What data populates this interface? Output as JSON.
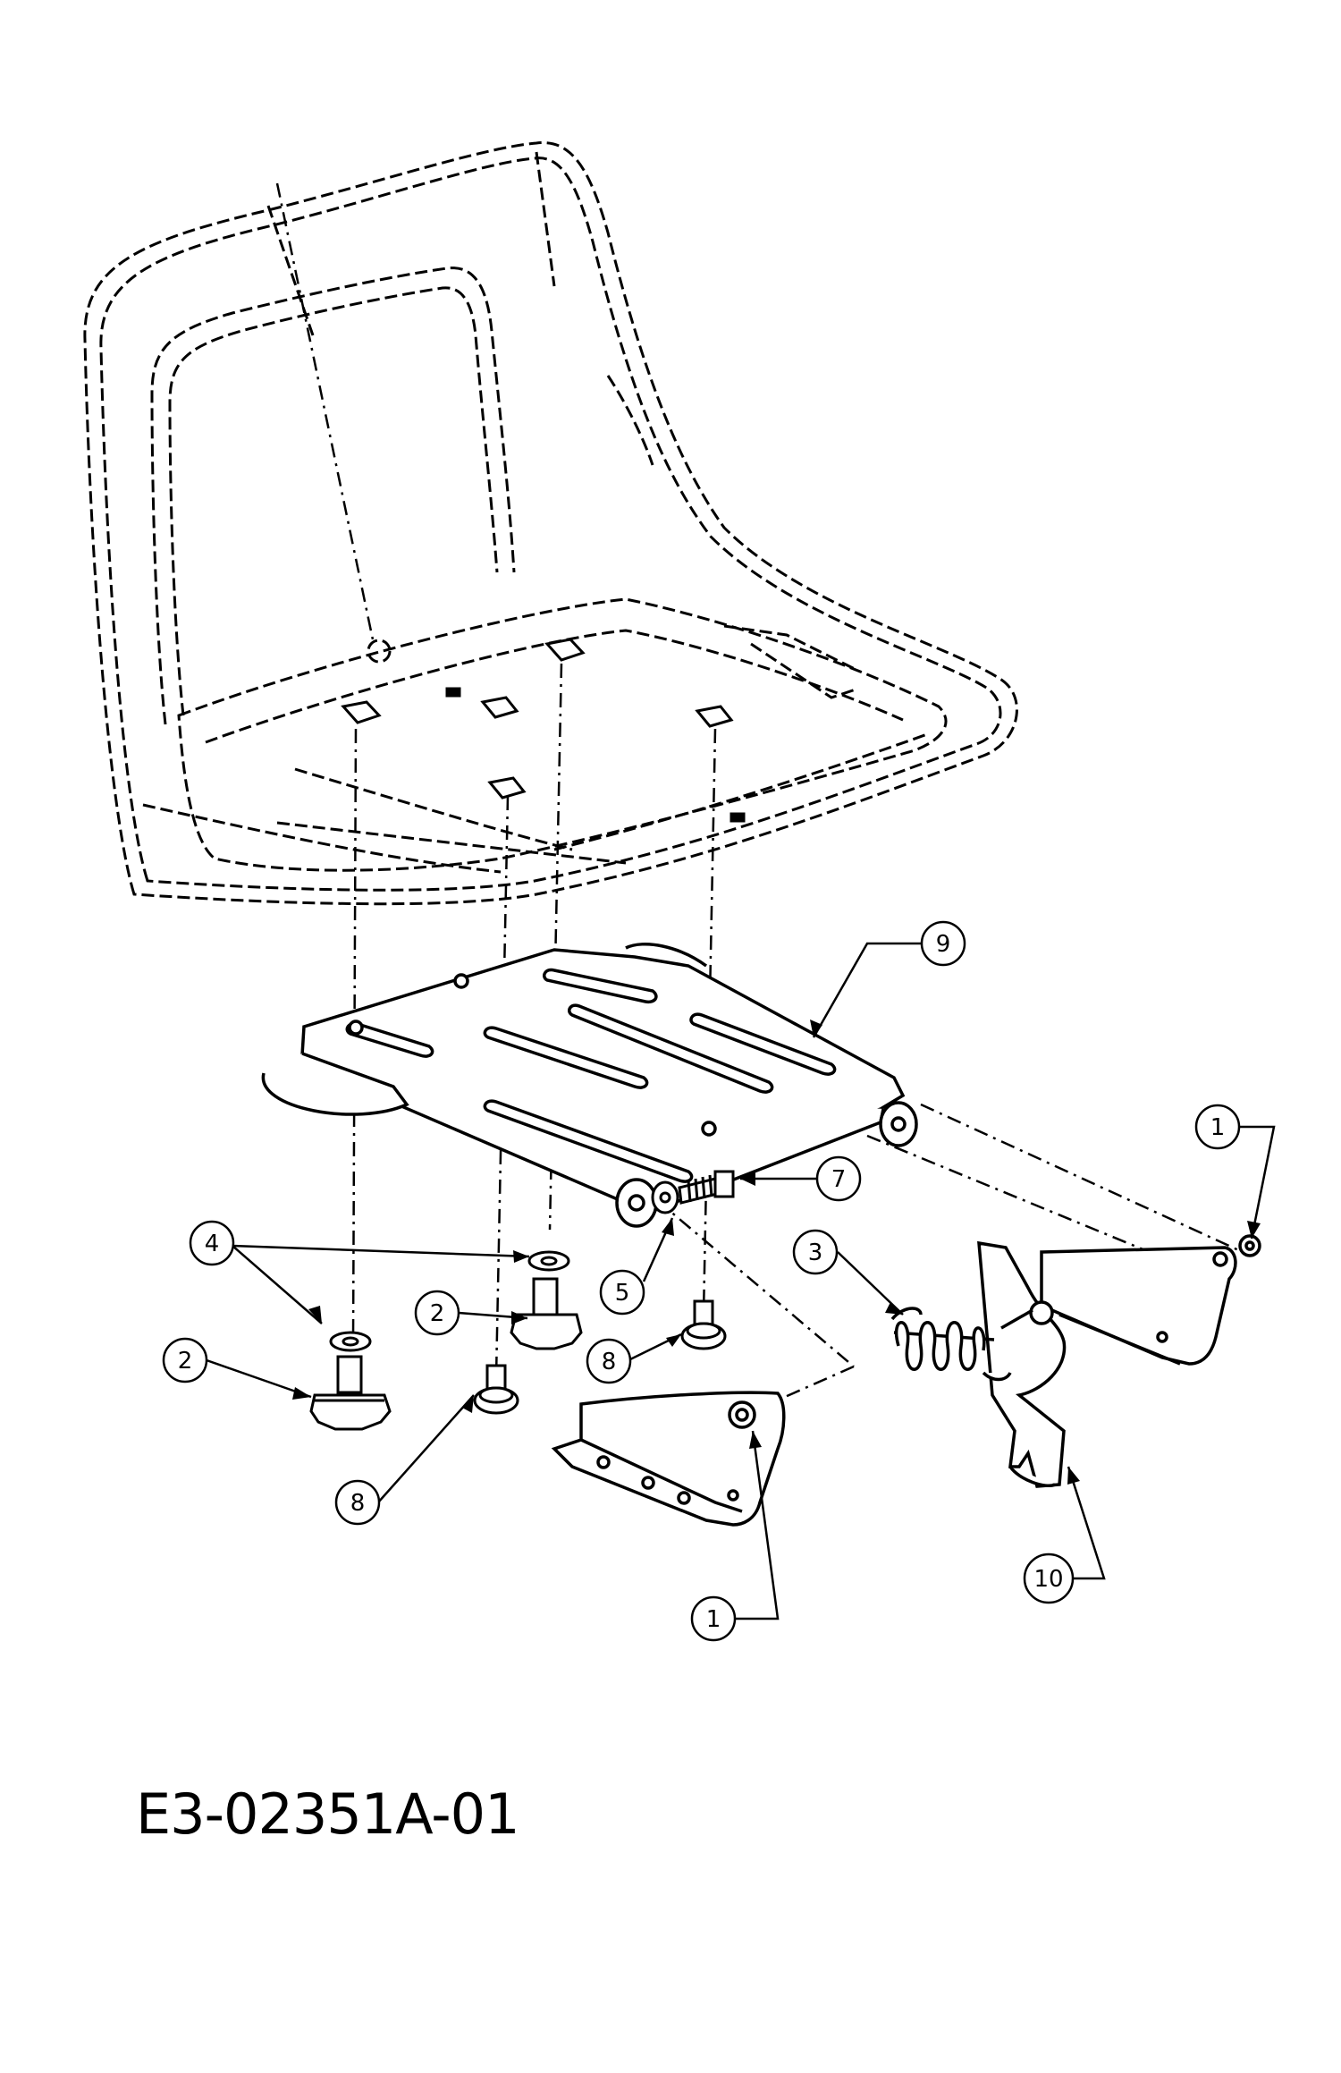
{
  "drawing_number": "E3-02351A-01",
  "callouts": [
    {
      "id": "c1a",
      "label": "1"
    },
    {
      "id": "c1b",
      "label": "1"
    },
    {
      "id": "c2a",
      "label": "2"
    },
    {
      "id": "c2b",
      "label": "2"
    },
    {
      "id": "c3",
      "label": "3"
    },
    {
      "id": "c4",
      "label": "4"
    },
    {
      "id": "c5",
      "label": "5"
    },
    {
      "id": "c7",
      "label": "7"
    },
    {
      "id": "c8a",
      "label": "8"
    },
    {
      "id": "c8b",
      "label": "8"
    },
    {
      "id": "c9",
      "label": "9"
    },
    {
      "id": "c10",
      "label": "10"
    }
  ]
}
